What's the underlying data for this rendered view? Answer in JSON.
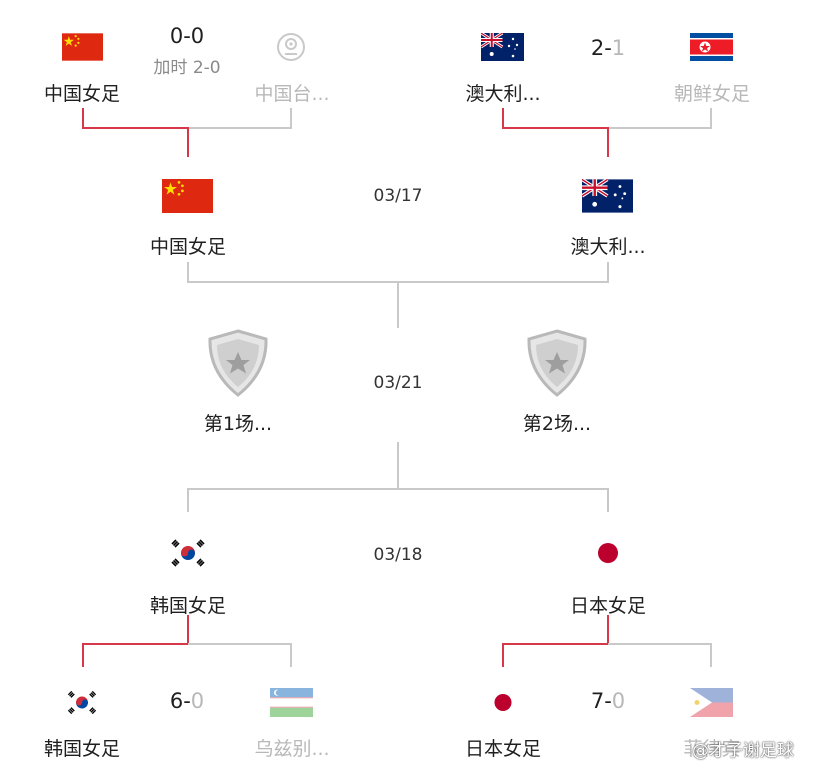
{
  "colors": {
    "winner_line": "#d6384a",
    "neutral_line": "#c9c9c9",
    "loser_text": "#b8b8b8"
  },
  "quarter_top_left": {
    "home": {
      "name": "中国女足",
      "flag": "china-flag"
    },
    "away": {
      "name": "中国台...",
      "flag": "chinese-taipei-flag"
    },
    "score_home": "0",
    "score_sep": "-",
    "score_away": "0",
    "extra_time": "加时 2-0"
  },
  "quarter_top_right": {
    "home": {
      "name": "澳大利...",
      "flag": "australia-flag"
    },
    "away": {
      "name": "朝鲜女足",
      "flag": "north-korea-flag"
    },
    "score_home": "2",
    "score_sep": "-",
    "score_away": "1"
  },
  "semi_top": {
    "date": "03/17",
    "home": {
      "name": "中国女足",
      "flag": "china-flag"
    },
    "away": {
      "name": "澳大利...",
      "flag": "australia-flag"
    }
  },
  "final": {
    "date": "03/21",
    "home": {
      "name": "第1场...",
      "icon": "shield-star-icon"
    },
    "away": {
      "name": "第2场...",
      "icon": "shield-star-icon"
    }
  },
  "semi_bottom": {
    "date": "03/18",
    "home": {
      "name": "韩国女足",
      "flag": "south-korea-flag"
    },
    "away": {
      "name": "日本女足",
      "flag": "japan-flag"
    }
  },
  "quarter_bottom_left": {
    "home": {
      "name": "韩国女足",
      "flag": "south-korea-flag"
    },
    "away": {
      "name": "乌兹别...",
      "flag": "uzbekistan-flag"
    },
    "score_home": "6",
    "score_sep": "-",
    "score_away": "0"
  },
  "quarter_bottom_right": {
    "home": {
      "name": "日本女足",
      "flag": "japan-flag"
    },
    "away": {
      "name": "菲律宾",
      "flag": "philippines-flag"
    },
    "score_home": "7",
    "score_sep": "-",
    "score_away": "0"
  },
  "watermark": "@才子谢足球"
}
